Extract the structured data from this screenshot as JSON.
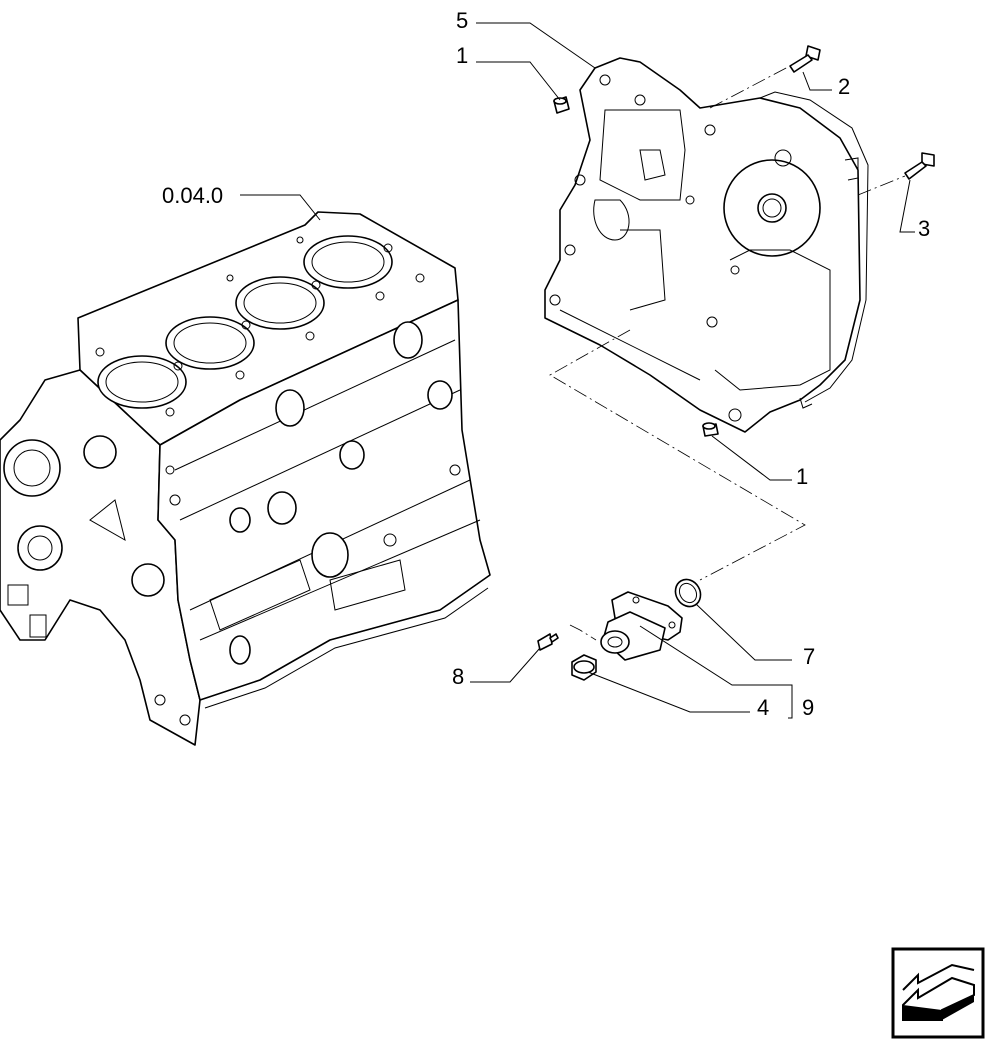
{
  "diagram": {
    "reference_label": "0.04.0",
    "callouts": {
      "plug_top": "1",
      "bolt_top": "2",
      "bolt_right": "3",
      "cover": "5",
      "plug_bottom": "1",
      "water_fitting": "4",
      "o_ring": "7",
      "screw": "8",
      "kit": "9"
    }
  },
  "navigation": {
    "icon": "arrow-back-icon"
  },
  "colors": {
    "line": "#000000",
    "background": "#ffffff"
  }
}
